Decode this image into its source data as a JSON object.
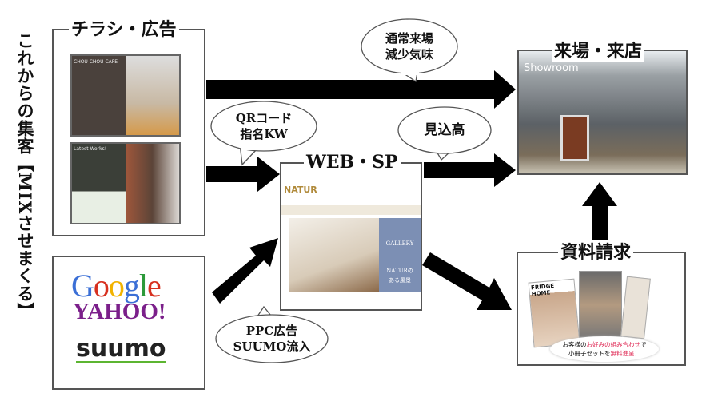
{
  "side_title": "これからの集客【MIXさせまくる】",
  "flyer_box": {
    "title": "チラシ・広告",
    "flyer1_heading": "CHOU CHOU CAFE",
    "flyer2_heading": "Latest Works!"
  },
  "search_box": {
    "google": [
      "G",
      "o",
      "o",
      "g",
      "l",
      "e"
    ],
    "yahoo": "YAHOO!",
    "suumo": "suumo"
  },
  "web_box": {
    "title": "WEB・SP",
    "site_logo": "NATUR",
    "gallery_label": "GALLERY",
    "gallery_text": "NATURの\nある風景"
  },
  "showroom_box": {
    "title": "来場・来店",
    "sign": "Showroom"
  },
  "brochure_box": {
    "title": "資料請求",
    "cover": "FRIDGE HOME",
    "caption_line1_a": "お客様の",
    "caption_line1_b": "お好みの組み合わせ",
    "caption_line1_c": "で",
    "caption_line2_a": "小冊子セットを",
    "caption_line2_b": "無料進呈",
    "caption_line2_c": "！"
  },
  "bubbles": {
    "visits": "通常来場\n減少気味",
    "qr": "QRコード\n指名KW",
    "prospect": "見込高",
    "ppc": "PPC広告\nSUUMO流入"
  },
  "colors": {
    "google": [
      "#3b6fd6",
      "#d7301f",
      "#f2b300",
      "#3b6fd6",
      "#2c9a3a",
      "#d7301f"
    ],
    "yahoo": "#7b1f8a",
    "suumo_arrow": "#5cb531",
    "highlight": "#e0305a"
  }
}
